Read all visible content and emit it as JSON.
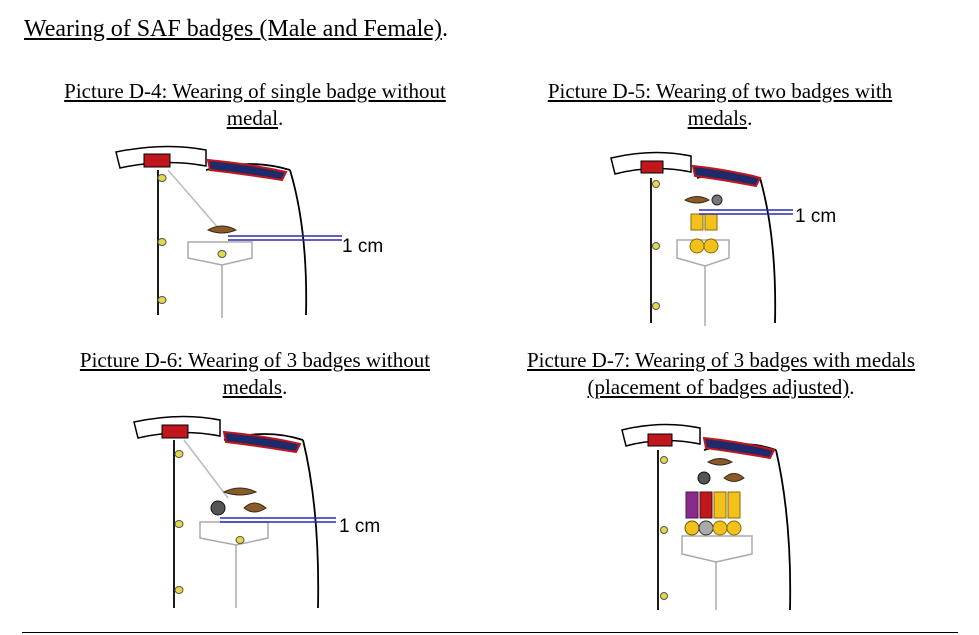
{
  "document": {
    "title": "Wearing of SAF badges (Male and Female)",
    "title_end": "."
  },
  "figures": [
    {
      "caption_line1": "Picture D-4: Wearing of single badge without",
      "caption_line2": "medal",
      "caption_end": ".",
      "measure_label": "1 cm"
    },
    {
      "caption_line1": "Picture D-5: Wearing of two badges with",
      "caption_line2": "medals",
      "caption_end": ".",
      "measure_label": "1 cm"
    },
    {
      "caption_line1": "Picture D-6: Wearing of 3 badges without",
      "caption_line2": "medals",
      "caption_end": ".",
      "measure_label": "1 cm"
    },
    {
      "caption_line1": "Picture D-7: Wearing of 3 badges with medals",
      "caption_line2": "(placement of badges adjusted)",
      "caption_end": "."
    }
  ],
  "colors": {
    "collar_patch": "#c0171c",
    "epaulette": "#1f2a6b",
    "epaulette_edge": "#c0171c",
    "button": "#e6d84a",
    "badge": "#8a5a2b",
    "measure_line": "#2a2ab8",
    "medal_gold": "#f2c21b",
    "medal_purple": "#8a2a8a"
  }
}
